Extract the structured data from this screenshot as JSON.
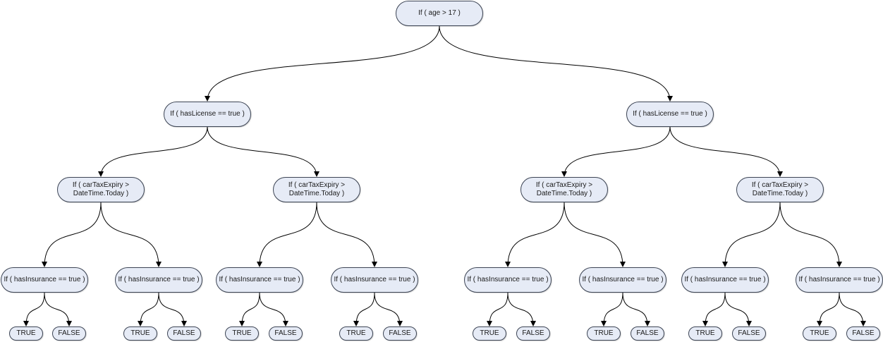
{
  "diagram": {
    "colors": {
      "node_fill": "#e6ebf6",
      "node_border": "#3c4454",
      "edge": "#000000"
    },
    "root": {
      "label": "If ( age > 17 )",
      "children": [
        {
          "label": "If ( hasLicense == true )",
          "children": [
            {
              "label": "If ( carTaxExpiry >\nDateTime.Today )",
              "children": [
                {
                  "label": "If ( hasInsurance == true )",
                  "children": [
                    {
                      "label": "TRUE"
                    },
                    {
                      "label": "FALSE"
                    }
                  ]
                },
                {
                  "label": "If ( hasInsurance == true )",
                  "children": [
                    {
                      "label": "TRUE"
                    },
                    {
                      "label": "FALSE"
                    }
                  ]
                }
              ]
            },
            {
              "label": "If ( carTaxExpiry >\nDateTime.Today )",
              "children": [
                {
                  "label": "If ( hasInsurance == true )",
                  "children": [
                    {
                      "label": "TRUE"
                    },
                    {
                      "label": "FALSE"
                    }
                  ]
                },
                {
                  "label": "If ( hasInsurance == true )",
                  "children": [
                    {
                      "label": "TRUE"
                    },
                    {
                      "label": "FALSE"
                    }
                  ]
                }
              ]
            }
          ]
        },
        {
          "label": "If ( hasLicense == true )",
          "children": [
            {
              "label": "If ( carTaxExpiry >\nDateTime.Today )",
              "children": [
                {
                  "label": "If ( hasInsurance == true )",
                  "children": [
                    {
                      "label": "TRUE"
                    },
                    {
                      "label": "FALSE"
                    }
                  ]
                },
                {
                  "label": "If ( hasInsurance == true )",
                  "children": [
                    {
                      "label": "TRUE"
                    },
                    {
                      "label": "FALSE"
                    }
                  ]
                }
              ]
            },
            {
              "label": "If ( carTaxExpiry >\nDateTime.Today )",
              "children": [
                {
                  "label": "If ( hasInsurance == true )",
                  "children": [
                    {
                      "label": "TRUE"
                    },
                    {
                      "label": "FALSE"
                    }
                  ]
                },
                {
                  "label": "If ( hasInsurance == true )",
                  "children": [
                    {
                      "label": "TRUE"
                    },
                    {
                      "label": "FALSE"
                    }
                  ]
                }
              ]
            }
          ]
        }
      ]
    }
  }
}
